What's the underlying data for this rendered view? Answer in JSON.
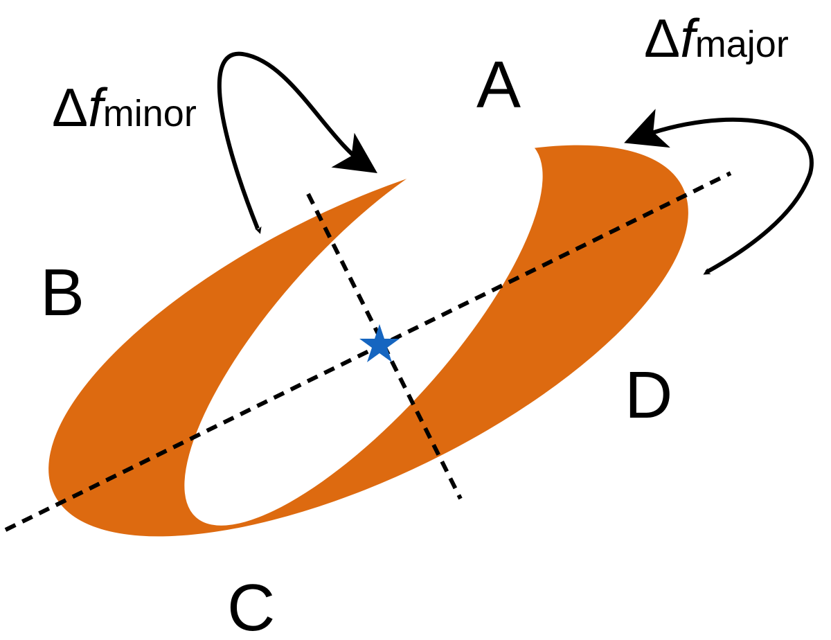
{
  "labels": {
    "region_a": "A",
    "region_b": "B",
    "region_c": "C",
    "region_d": "D",
    "delta_minor": {
      "symbol": "Δ",
      "var": "f",
      "subscript": "minor"
    },
    "delta_major": {
      "symbol": "Δ",
      "var": "f",
      "subscript": "major"
    }
  },
  "colors": {
    "ring": "#DD6A10",
    "star": "#1565C0",
    "lines": "#000000"
  }
}
